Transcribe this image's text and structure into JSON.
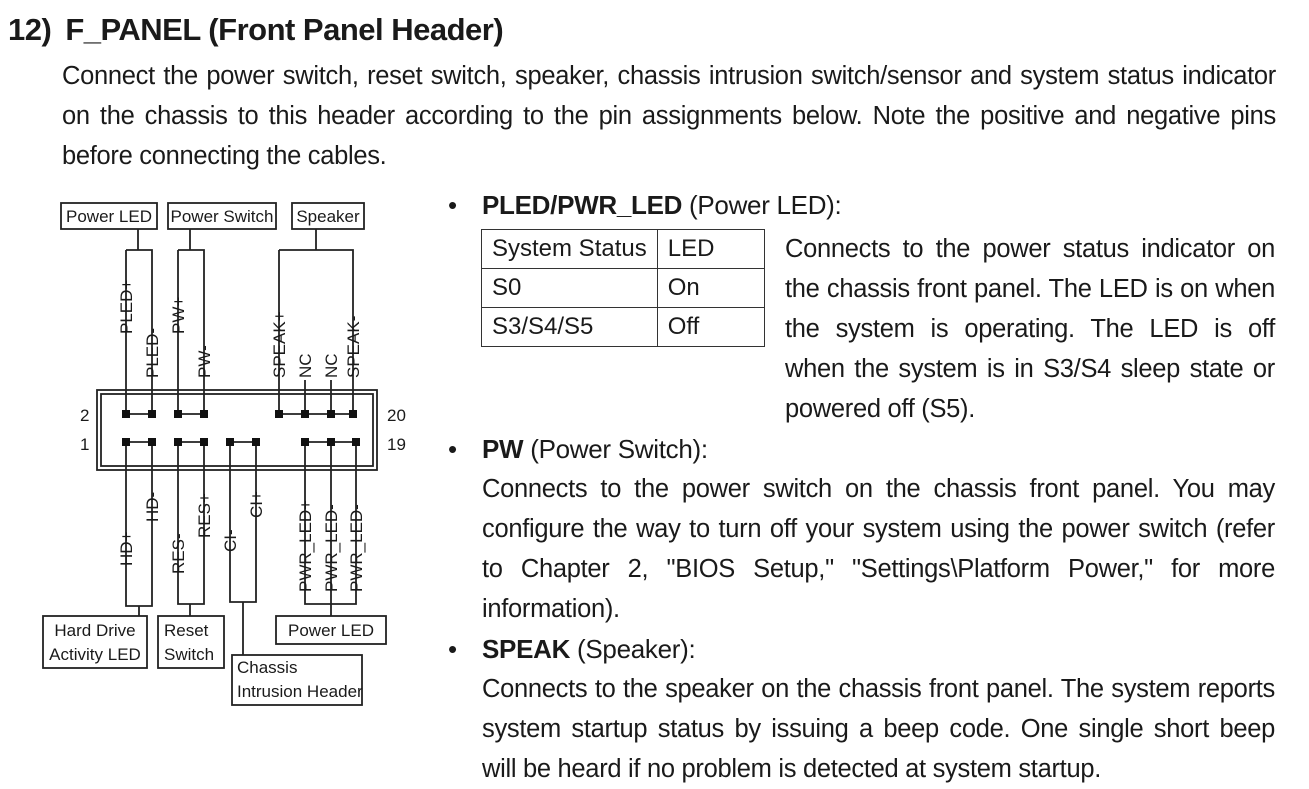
{
  "section": {
    "number": "12)",
    "title": "F_PANEL (Front Panel Header)",
    "intro": "Connect the power switch, reset switch, speaker, chassis intrusion switch/sensor and system status indicator on the chassis to this header according to the pin assignments below. Note the positive and negative pins before connecting the cables."
  },
  "diagram": {
    "top_labels": [
      "Power LED",
      "Power Switch",
      "Speaker"
    ],
    "top_pins": [
      "PLED+",
      "PLED-",
      "PW+",
      "PW-",
      "SPEAK+",
      "NC",
      "NC",
      "SPEAK-"
    ],
    "pin_numbers": [
      "2",
      "1",
      "20",
      "19"
    ],
    "bottom_pins": [
      "HD+",
      "HD-",
      "RES-",
      "RES+",
      "CI-",
      "CI+",
      "PWR_LED+",
      "PWR_LED-",
      "PWR_LED-"
    ],
    "bottom_labels": {
      "hdd_line1": "Hard Drive",
      "hdd_line2": "Activity LED",
      "reset_line1": "Reset",
      "reset_line2": "Switch",
      "chassis_line1": "Chassis",
      "chassis_line2": "Intrusion Header",
      "power_led": "Power LED"
    }
  },
  "bullets": {
    "pled": {
      "term": "PLED/PWR_LED",
      "desc": " (Power LED):",
      "table": {
        "headers": [
          "System Status",
          "LED"
        ],
        "rows": [
          [
            "S0",
            "On"
          ],
          [
            "S3/S4/S5",
            "Off"
          ]
        ]
      },
      "text": "Connects to the power status indicator on the chassis front panel. The LED is on when the system is operating. The LED is off when the system is in S3/S4 sleep state or powered off (S5)."
    },
    "pw": {
      "term": "PW",
      "desc": " (Power Switch):",
      "text": "Connects to the power switch on the chassis front panel. You may configure the way to turn off your system using the power switch (refer to Chapter 2, \"BIOS Setup,\" \"Settings\\Platform Power,\" for more information)."
    },
    "speak": {
      "term": "SPEAK",
      "desc": " (Speaker):",
      "text": "Connects to the speaker on the chassis front panel. The system reports system startup status by issuing a beep code. One single short beep will be heard if no problem is detected at system startup."
    }
  }
}
